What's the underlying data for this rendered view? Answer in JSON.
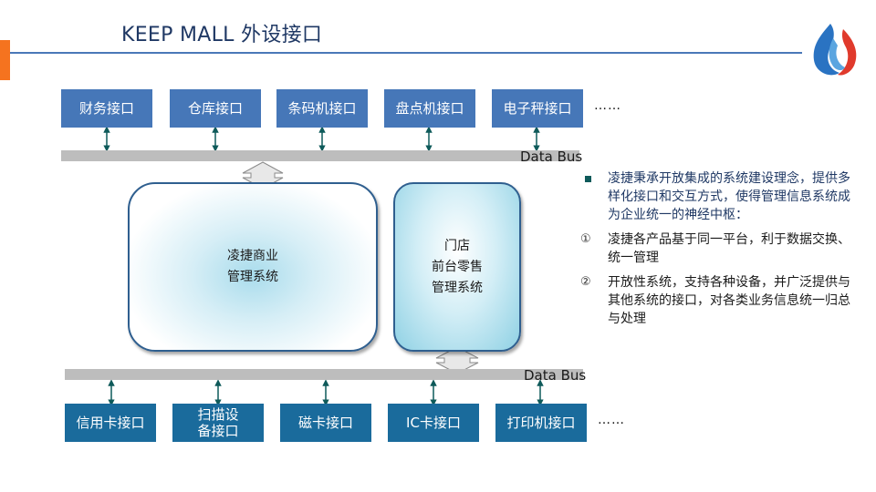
{
  "slide": {
    "title": "KEEP MALL 外设接口"
  },
  "colors": {
    "accent_orange": "#f5731f",
    "rule_blue": "#4a78b8",
    "top_box_blue": "#4677b8",
    "bottom_box_blue": "#1a6b9c",
    "bus_gray": "#bdbdbd",
    "connector_teal": "#0e5a5a"
  },
  "logo": {
    "icon": "flame-logo-icon"
  },
  "top_interfaces": [
    "财务接口",
    "仓库接口",
    "条码机接口",
    "盘点机接口",
    "电子秤接口"
  ],
  "top_more": "……",
  "top_bus_label": "Data Bus",
  "systems": {
    "main": [
      "凌捷商业",
      "管理系统"
    ],
    "store": [
      "门店",
      "前台零售",
      "管理系统"
    ]
  },
  "bottom_bus_label": "Data Bus",
  "bottom_interfaces": [
    "信用卡接口",
    "扫描设\n备接口",
    "磁卡接口",
    "IC卡接口",
    "打印机接口"
  ],
  "bottom_more": "……",
  "bullets": {
    "main": "凌捷秉承开放集成的系统建设理念，提供多样化接口和交互方式，使得管理信息系统成为企业统一的神经中枢：",
    "items": [
      {
        "num": "①",
        "text": "凌捷各产品基于同一平台，利于数据交换、统一管理"
      },
      {
        "num": "②",
        "text": "开放性系统，支持各种设备，并广泛提供与其他系统的接口，对各类业务信息统一归总与处理"
      }
    ]
  }
}
